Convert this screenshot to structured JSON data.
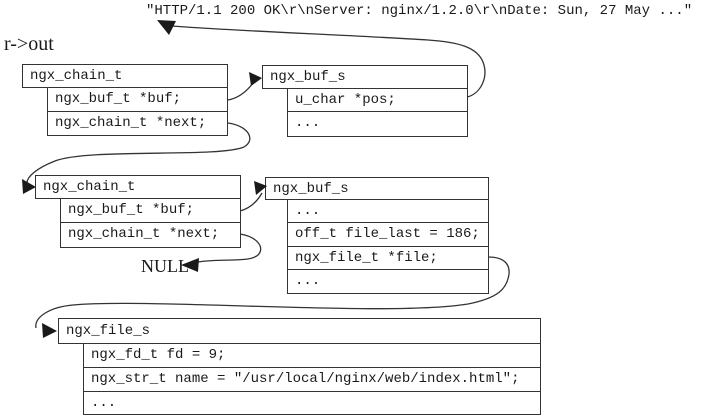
{
  "colors": {
    "background": "#ffffff",
    "line": "#333333",
    "text": "#1a1a1a"
  },
  "annotations": {
    "response_string": "″HTTP/1.1 200 OK\\r\\nServer: nginx/1.2.0\\r\\nDate: Sun, 27 May ...″",
    "chain_pointer": "r->out",
    "null_terminator": "NULL"
  },
  "structs": {
    "chain1": {
      "title": "ngx_chain_t",
      "fields": [
        "ngx_buf_t *buf;",
        "ngx_chain_t *next;"
      ]
    },
    "buf1": {
      "title": "ngx_buf_s",
      "fields": [
        "u_char *pos;",
        "..."
      ]
    },
    "chain2": {
      "title": "ngx_chain_t",
      "fields": [
        "ngx_buf_t *buf;",
        "ngx_chain_t *next;"
      ]
    },
    "buf2": {
      "title": "ngx_buf_s",
      "fields": [
        "...",
        "off_t file_last = 186;",
        "ngx_file_t *file;",
        "..."
      ]
    },
    "file": {
      "title": "ngx_file_s",
      "fields": [
        "ngx_fd_t fd = 9;",
        "ngx_str_t name = ″/usr/local/nginx/web/index.html″;",
        "..."
      ]
    }
  }
}
